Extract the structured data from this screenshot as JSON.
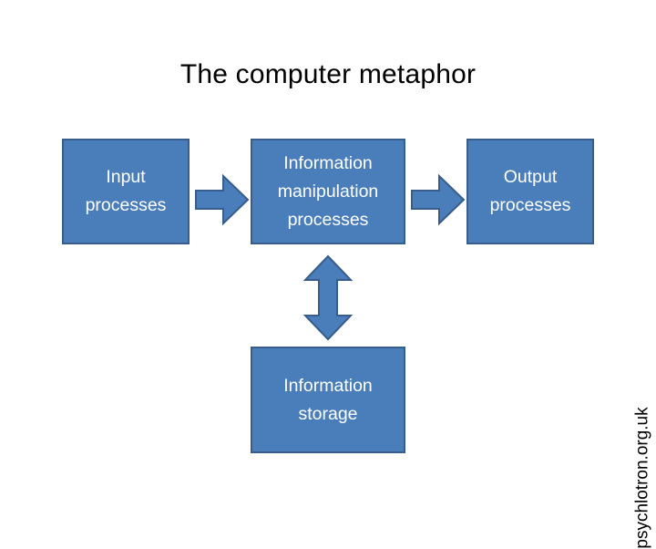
{
  "slide": {
    "title": "The computer metaphor",
    "background_color": "#FFFFFF",
    "box_fill_color": "#4A7EBB",
    "box_border_color": "#385D8A",
    "box_text_color": "#FFFFFF",
    "title_color": "#000000"
  },
  "boxes": {
    "input": {
      "label": "Input\nprocesses"
    },
    "manipulation": {
      "label": "Information\nmanipulation\nprocesses"
    },
    "output": {
      "label": "Output\nprocesses"
    },
    "storage": {
      "label": "Information\nstorage"
    }
  },
  "arrows": [
    {
      "name": "input-to-manipulation",
      "direction": "right",
      "icon": "right-arrow-icon"
    },
    {
      "name": "manipulation-to-output",
      "direction": "right",
      "icon": "right-arrow-icon"
    },
    {
      "name": "manipulation-storage",
      "direction": "up-down",
      "icon": "double-headed-vertical-arrow-icon"
    }
  ],
  "watermark": {
    "text": "psychlotron.org.uk",
    "orientation": "vertical",
    "color": "#000000"
  }
}
